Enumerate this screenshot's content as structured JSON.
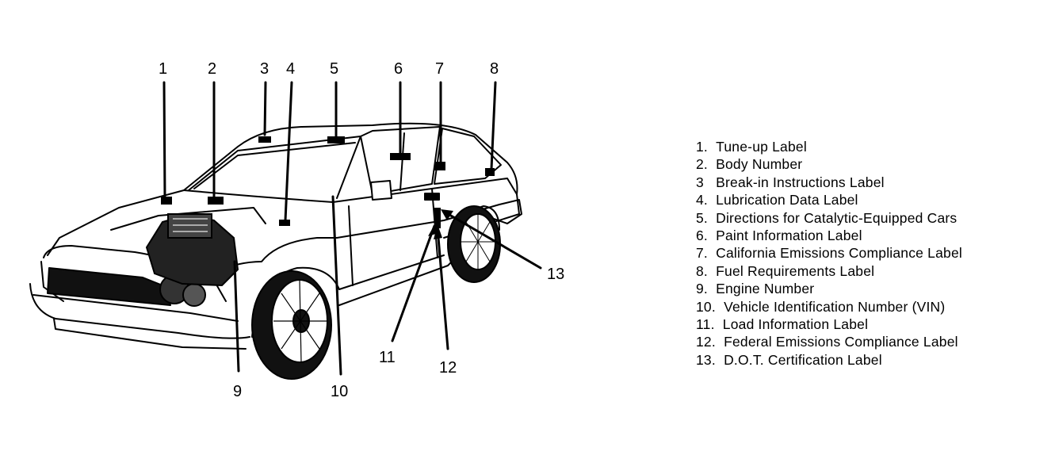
{
  "callouts": [
    {
      "number": "1"
    },
    {
      "number": "2"
    },
    {
      "number": "3"
    },
    {
      "number": "4"
    },
    {
      "number": "5"
    },
    {
      "number": "6"
    },
    {
      "number": "7"
    },
    {
      "number": "8"
    },
    {
      "number": "9"
    },
    {
      "number": "10"
    },
    {
      "number": "11"
    },
    {
      "number": "12"
    },
    {
      "number": "13"
    }
  ],
  "legend": [
    {
      "number": "1.",
      "text": "Tune-up Label"
    },
    {
      "number": "2.",
      "text": "Body Number"
    },
    {
      "number": "3",
      "text": "Break-in Instructions Label"
    },
    {
      "number": "4.",
      "text": "Lubrication Data Label"
    },
    {
      "number": "5.",
      "text": "Directions for Catalytic-Equipped Cars"
    },
    {
      "number": "6.",
      "text": "Paint Information Label"
    },
    {
      "number": "7.",
      "text": "California Emissions Compliance Label"
    },
    {
      "number": "8.",
      "text": "Fuel Requirements Label"
    },
    {
      "number": "9.",
      "text": "Engine Number"
    },
    {
      "number": "10.",
      "text": "Vehicle Identification Number (VIN)"
    },
    {
      "number": "11.",
      "text": "Load Information Label"
    },
    {
      "number": "12.",
      "text": "Federal Emissions Compliance Label"
    },
    {
      "number": "13.",
      "text": "D.O.T. Certification Label"
    }
  ]
}
